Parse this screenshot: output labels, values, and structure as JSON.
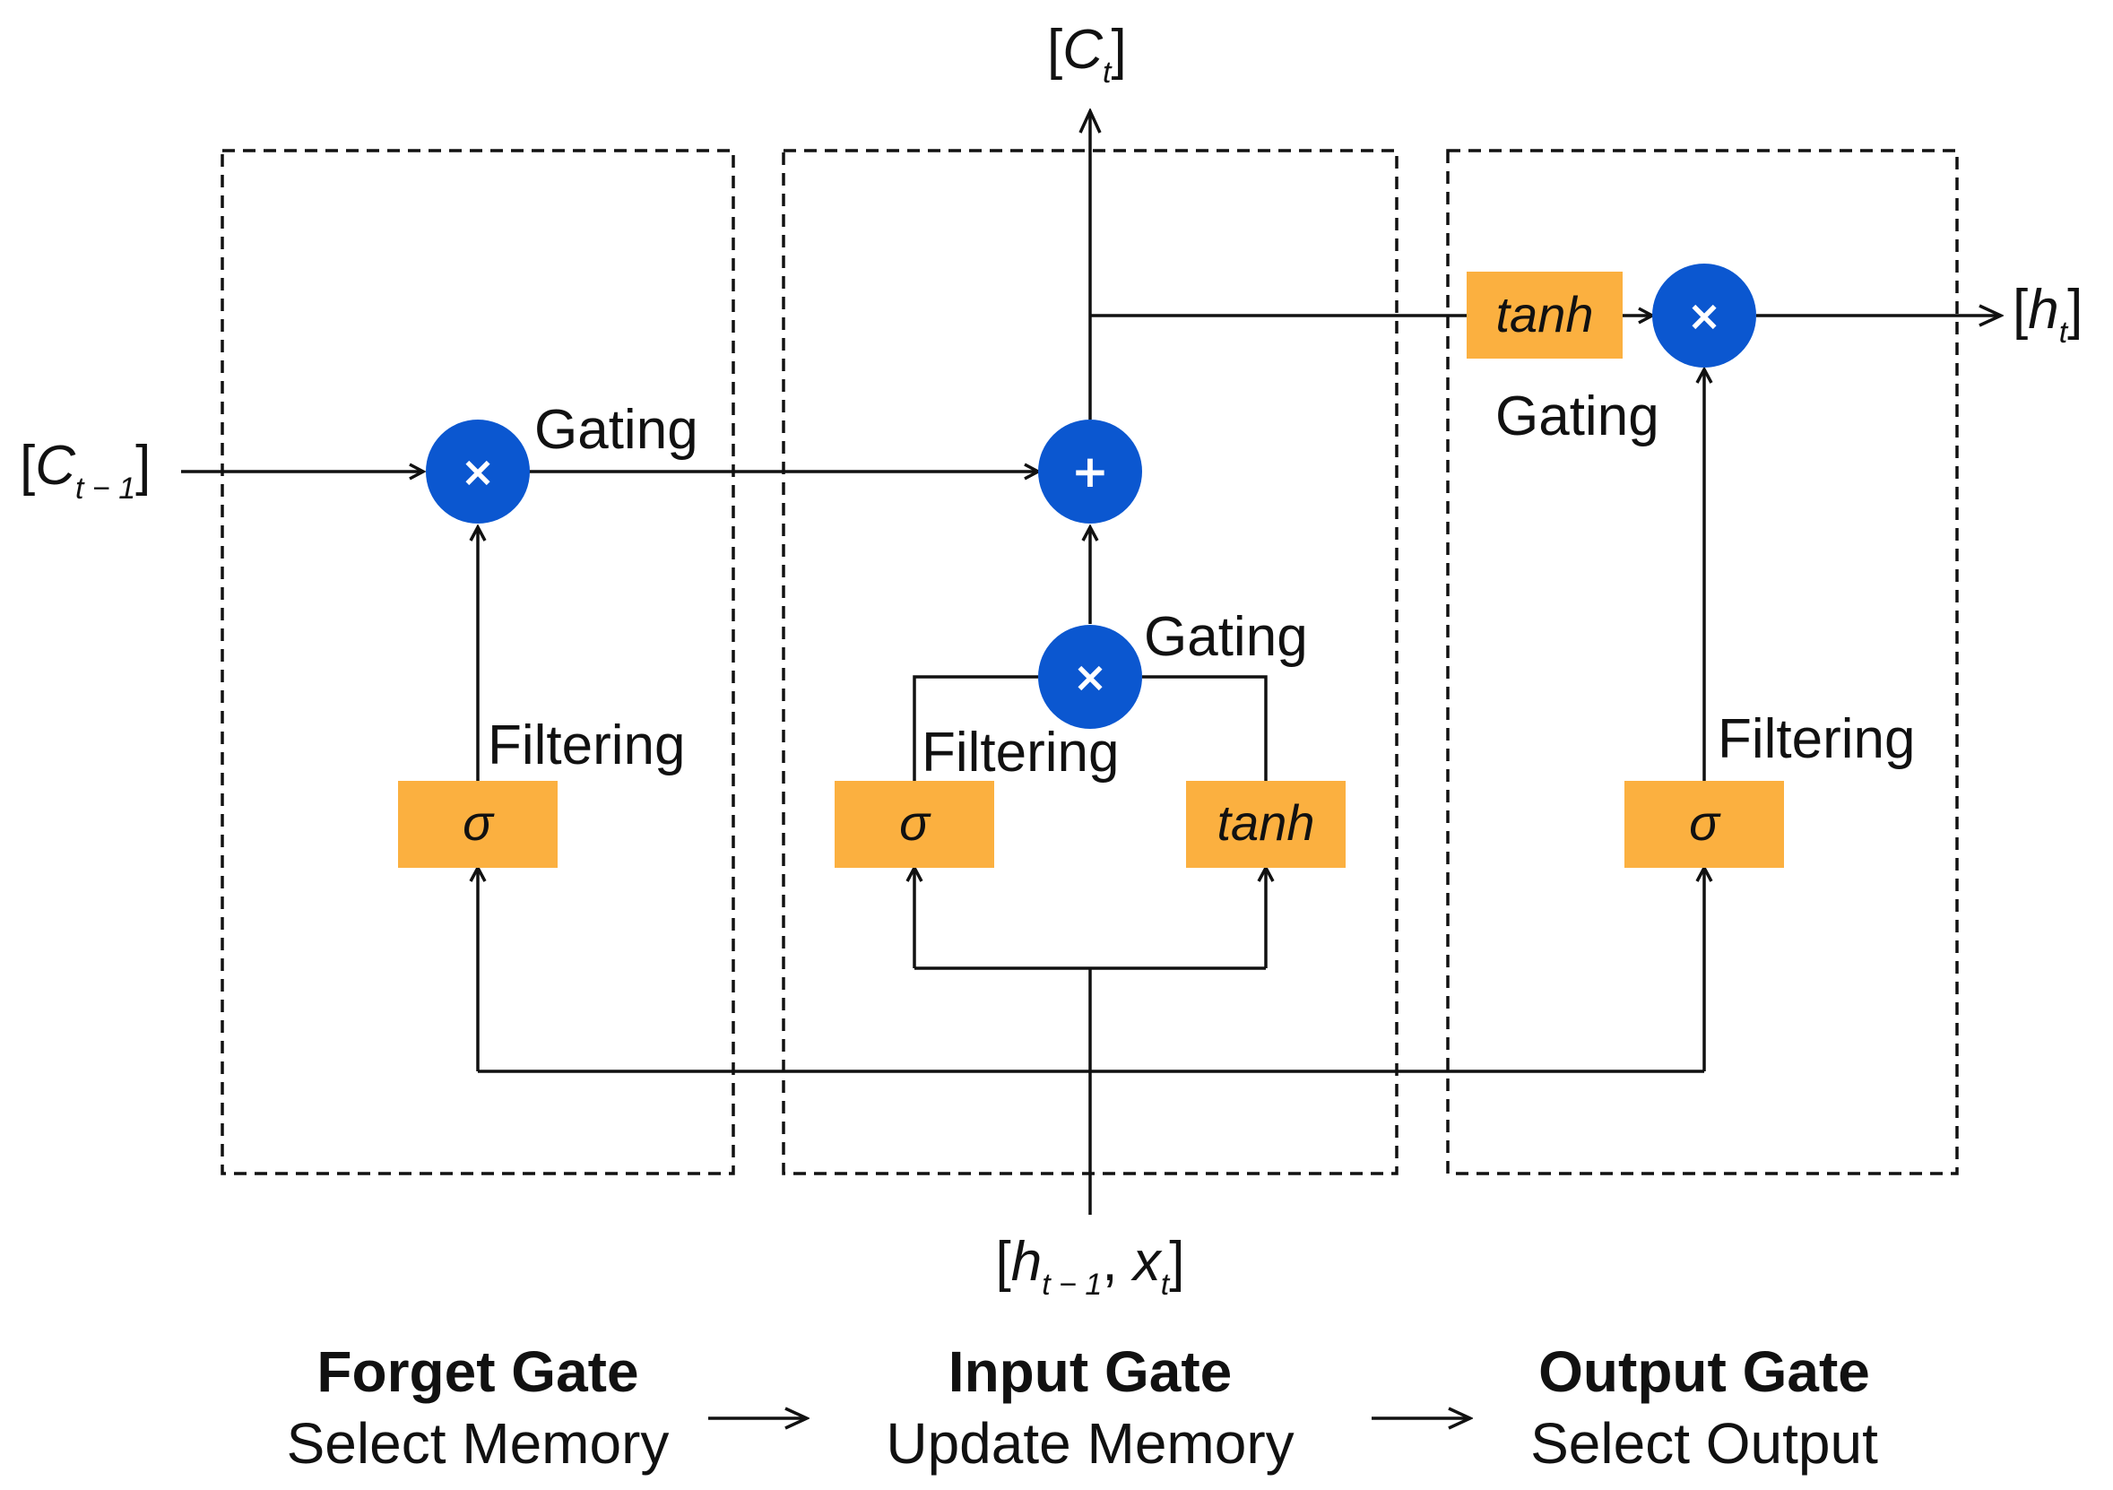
{
  "colors": {
    "box_fill": "#fbb040",
    "circle_fill": "#0b57d0",
    "line": "#111111",
    "dash": "#111111"
  },
  "inputs": {
    "c_prev": {
      "base": "C",
      "sub": "t − 1"
    },
    "c_out": {
      "base": "C",
      "sub": "t"
    },
    "h_out": {
      "base": "h",
      "sub": "t"
    },
    "hx_in": {
      "h": "h",
      "h_sub": "t − 1",
      "sep": ",",
      "x": "x",
      "x_sub": "t"
    }
  },
  "ops": {
    "times": "×",
    "plus": "+"
  },
  "forget_gate": {
    "sigma": "σ",
    "filtering": "Filtering",
    "gating": "Gating"
  },
  "input_gate": {
    "sigma": "σ",
    "tanh": "tanh",
    "filtering": "Filtering",
    "gating": "Gating"
  },
  "output_gate": {
    "sigma": "σ",
    "tanh": "tanh",
    "filtering": "Filtering",
    "gating": "Gating"
  },
  "legend": {
    "forget_title": "Forget Gate",
    "forget_desc": "Select Memory",
    "input_title": "Input Gate",
    "input_desc": "Update Memory",
    "output_title": "Output Gate",
    "output_desc": "Select Output"
  }
}
